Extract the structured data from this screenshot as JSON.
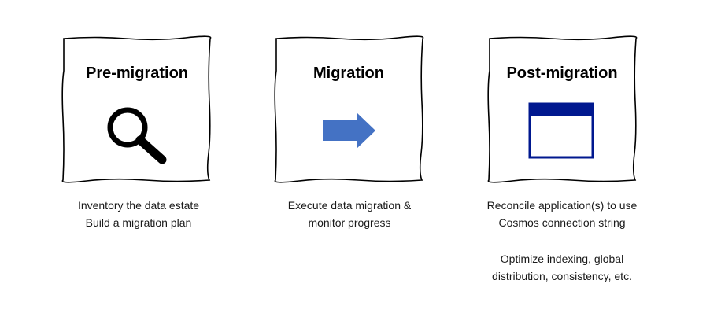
{
  "stages": [
    {
      "title": "Pre-migration",
      "icon": "magnifier-icon",
      "lines": [
        "Inventory the data estate",
        "Build a migration plan"
      ]
    },
    {
      "title": "Migration",
      "icon": "arrow-right-icon",
      "lines": [
        "Execute data migration &",
        "monitor progress"
      ]
    },
    {
      "title": "Post-migration",
      "icon": "window-icon",
      "lines": [
        "Reconcile application(s) to use",
        "Cosmos connection string"
      ],
      "extra_lines": [
        "Optimize indexing, global",
        "distribution, consistency, etc."
      ]
    }
  ],
  "colors": {
    "outline": "#000000",
    "arrow": "#4472c4",
    "window": "#00188f"
  }
}
